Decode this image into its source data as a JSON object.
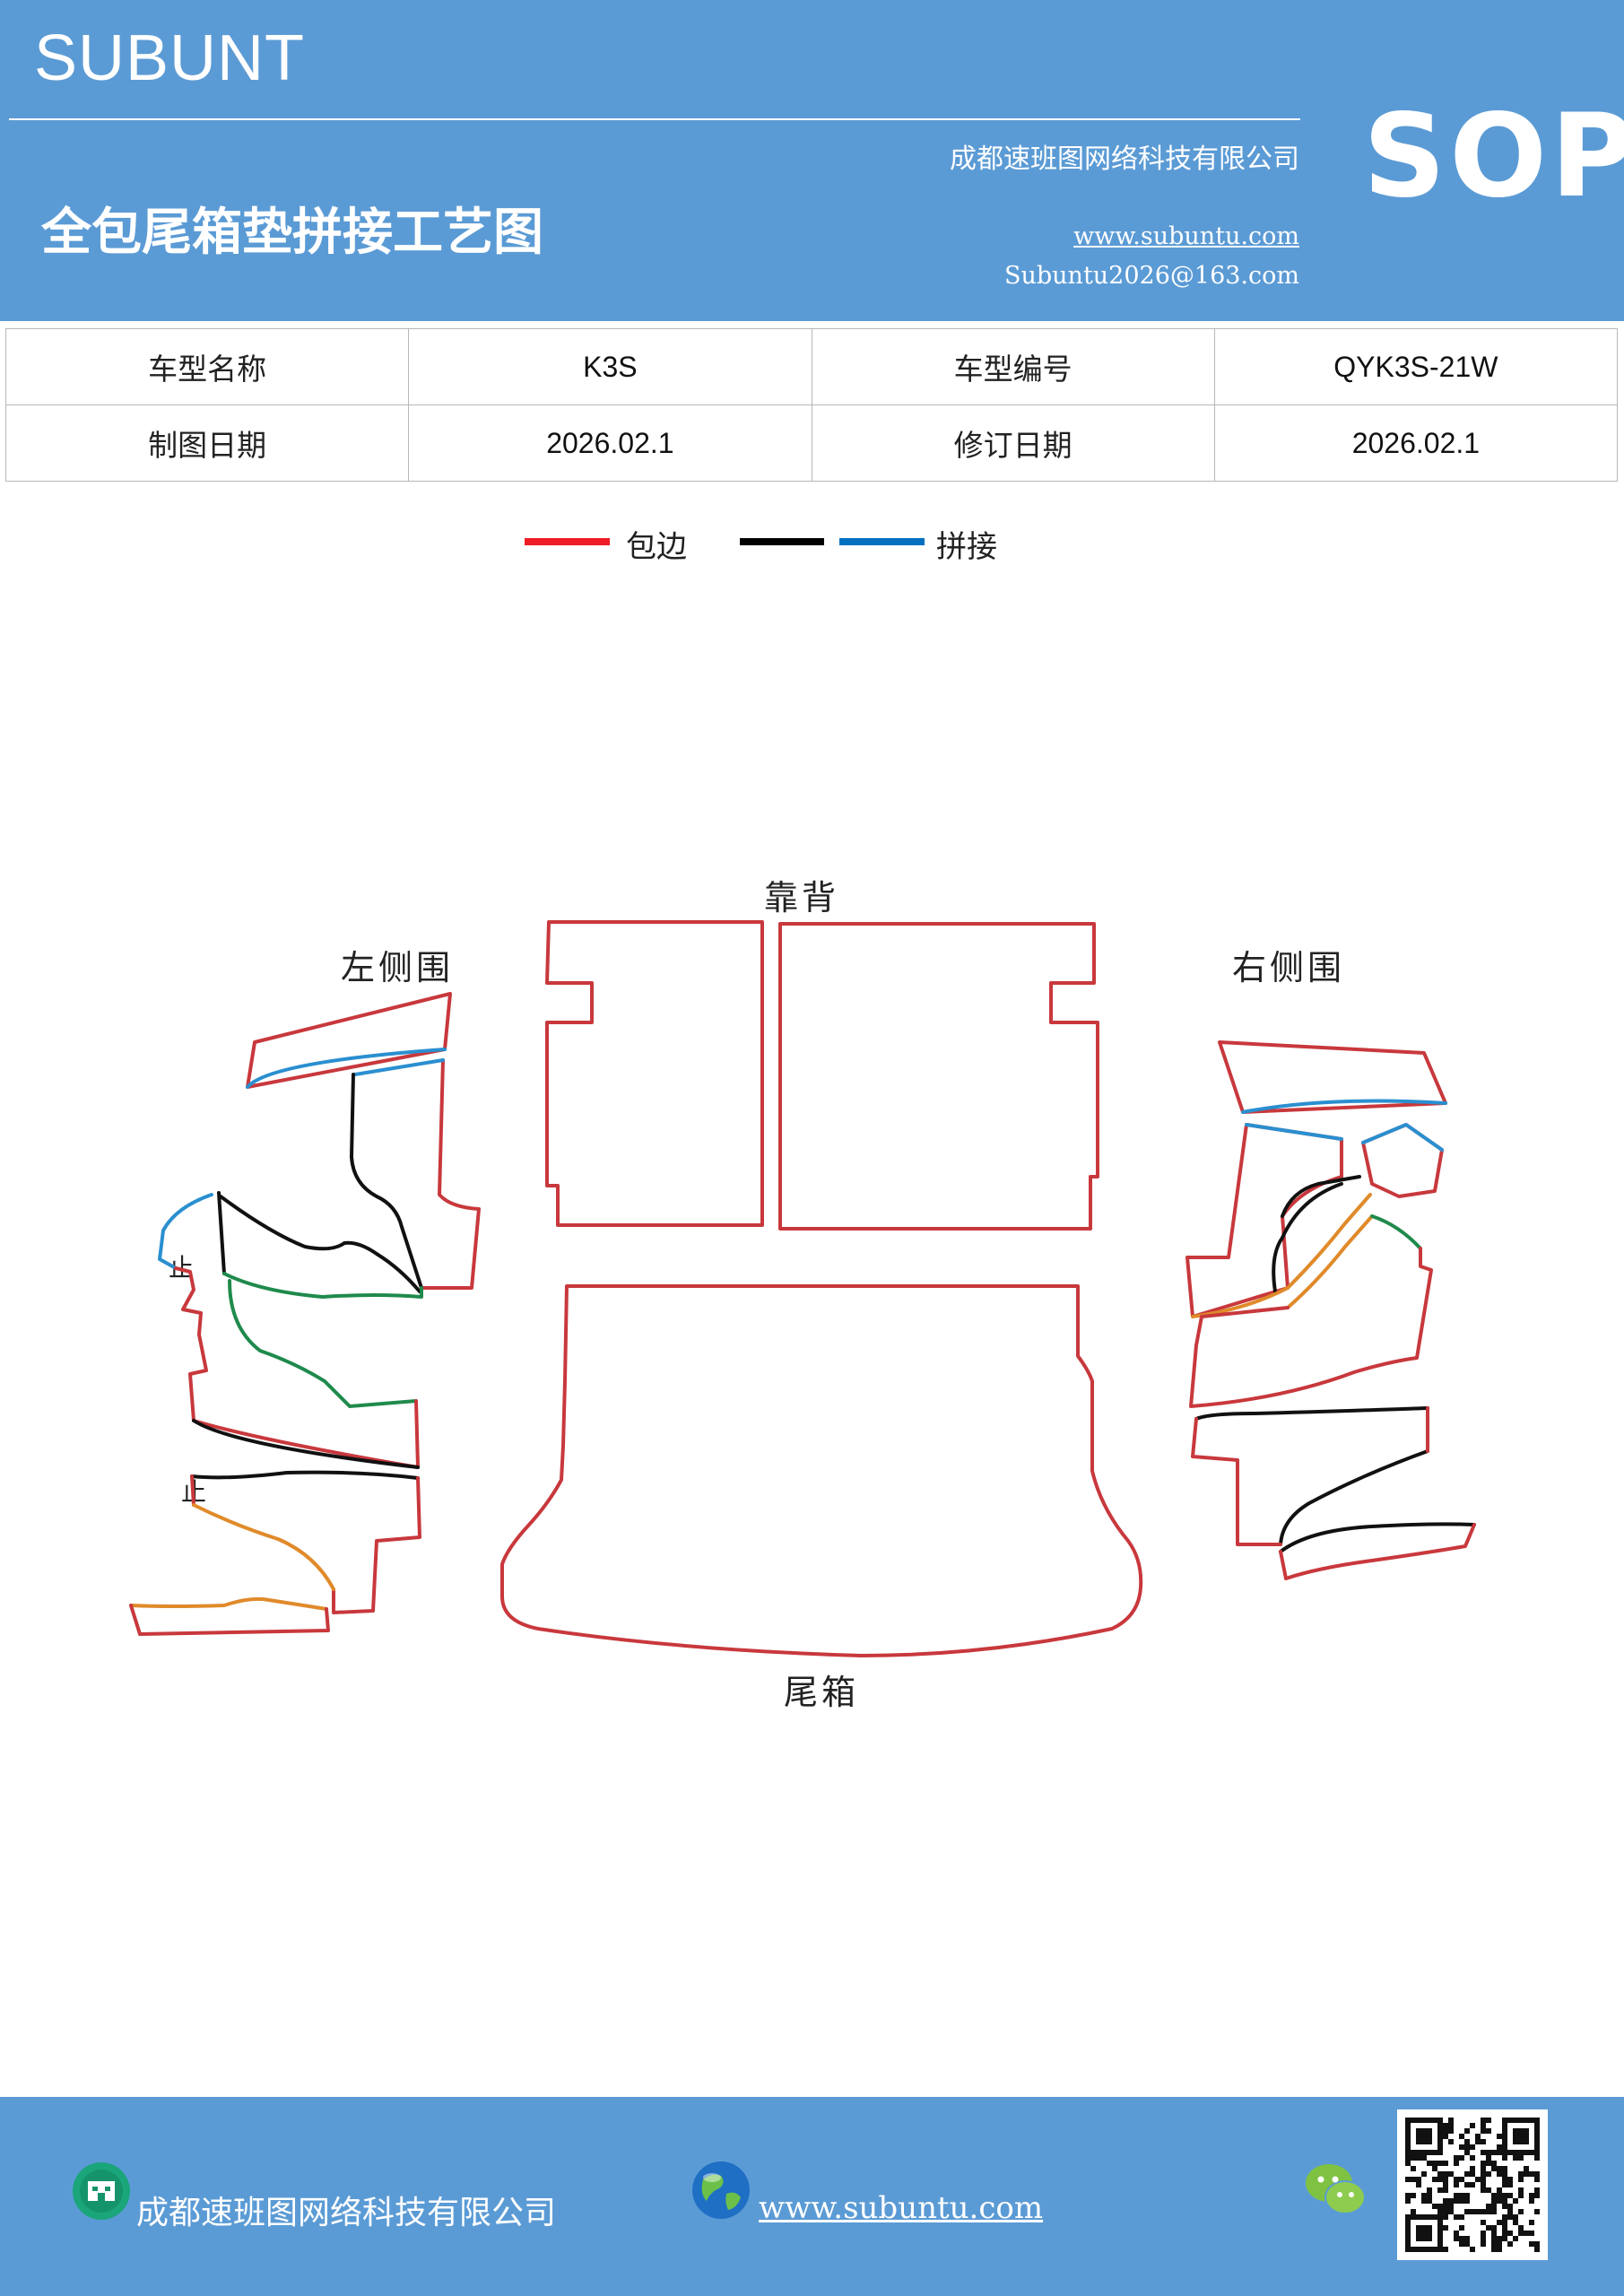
{
  "header": {
    "brand": "SUBUNT",
    "company": "成都速班图网络科技有限公司",
    "title": "全包尾箱垫拼接工艺图",
    "website": "www.subuntu.com",
    "email": "Subuntu2026@163.com",
    "badge": "SOP"
  },
  "info_table": {
    "rows": [
      {
        "label1": "车型名称",
        "value1": "K3S",
        "label2": "车型编号",
        "value2": "QYK3S-21W"
      },
      {
        "label1": "制图日期",
        "value1": "2026.02.1",
        "label2": "修订日期",
        "value2": "2026.02.1"
      }
    ]
  },
  "legend": {
    "items": [
      {
        "label": "包边",
        "color": "#ee1c24"
      },
      {
        "label": "",
        "color": "#000000"
      },
      {
        "label": "拼接",
        "color": "#0070c0"
      }
    ]
  },
  "diagram": {
    "labels": {
      "backrest": "靠背",
      "left_side": "左侧围",
      "right_side": "右侧围",
      "trunk": "尾箱",
      "stop_1": "止",
      "stop_2": "止"
    },
    "colors": {
      "edge": "#c8383c",
      "splice_blue": "#2a8fd0",
      "black": "#111111",
      "green": "#1f8a4c",
      "orange": "#e08a2a"
    }
  },
  "footer": {
    "company": "成都速班图网络科技有限公司",
    "website": "www.subuntu.com",
    "icons": [
      "building-icon",
      "globe-icon",
      "wechat-icon",
      "qr-code"
    ]
  }
}
